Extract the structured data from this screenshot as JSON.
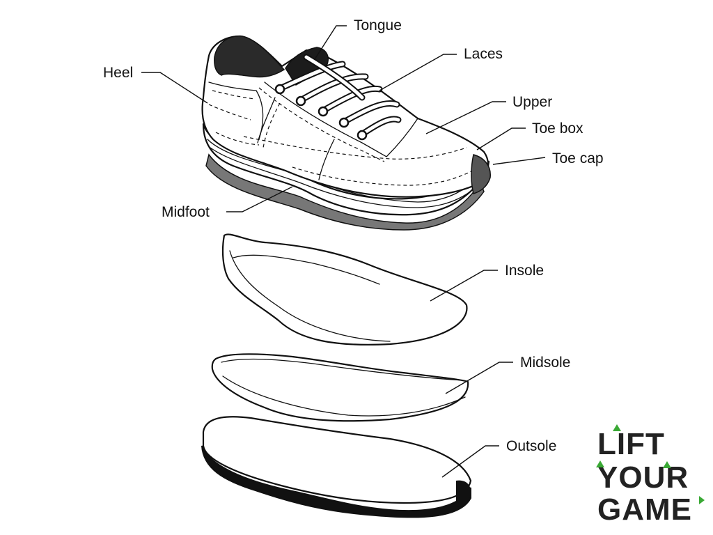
{
  "labels": {
    "tongue": "Tongue",
    "laces": "Laces",
    "heel": "Heel",
    "upper": "Upper",
    "toe_box": "Toe box",
    "toe_cap": "Toe cap",
    "midfoot": "Midfoot",
    "insole": "Insole",
    "midsole": "Midsole",
    "outsole": "Outsole"
  },
  "logo": {
    "line1": "LIFT",
    "line2": "YOUR",
    "line3": "GAME",
    "accent_color": "#3aa935",
    "text_color": "#222222"
  },
  "colors": {
    "ink": "#111111",
    "tread": "#777777",
    "background": "#ffffff"
  }
}
